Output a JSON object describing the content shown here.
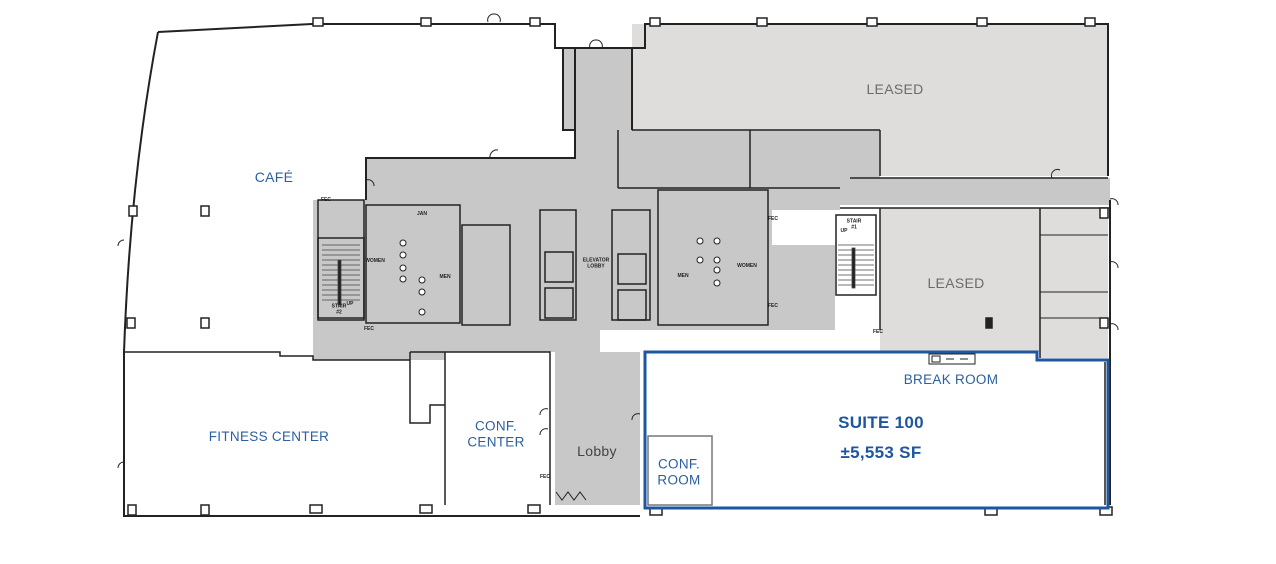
{
  "floor_plan": {
    "colors": {
      "common_area": "#c8c8c8",
      "leased": "#dedddc",
      "suite_outline": "#1f56a0",
      "label_blue": "#2a5fa0",
      "label_gray": "#6b6b6b",
      "wall": "#222222"
    },
    "rooms": {
      "cafe": "CAFÉ",
      "leased_top": "LEASED",
      "leased_right": "LEASED",
      "fitness_center": "FITNESS CENTER",
      "conf_center_line1": "CONF.",
      "conf_center_line2": "CENTER",
      "lobby": "Lobby",
      "break_room": "BREAK ROOM",
      "conf_room_line1": "CONF.",
      "conf_room_line2": "ROOM",
      "elevator_lobby_line1": "ELEVATOR",
      "elevator_lobby_line2": "LOBBY"
    },
    "suite": {
      "name": "SUITE 100",
      "area": "±5,553 SF"
    },
    "restrooms": {
      "women_left": "WOMEN",
      "men_left": "MEN",
      "men_right": "MEN",
      "women_right": "WOMEN",
      "jan": "JAN"
    },
    "stairs": {
      "left": "STAIR #2",
      "right": "STAIR #1",
      "up": "UP"
    },
    "fec_label": "FEC"
  }
}
